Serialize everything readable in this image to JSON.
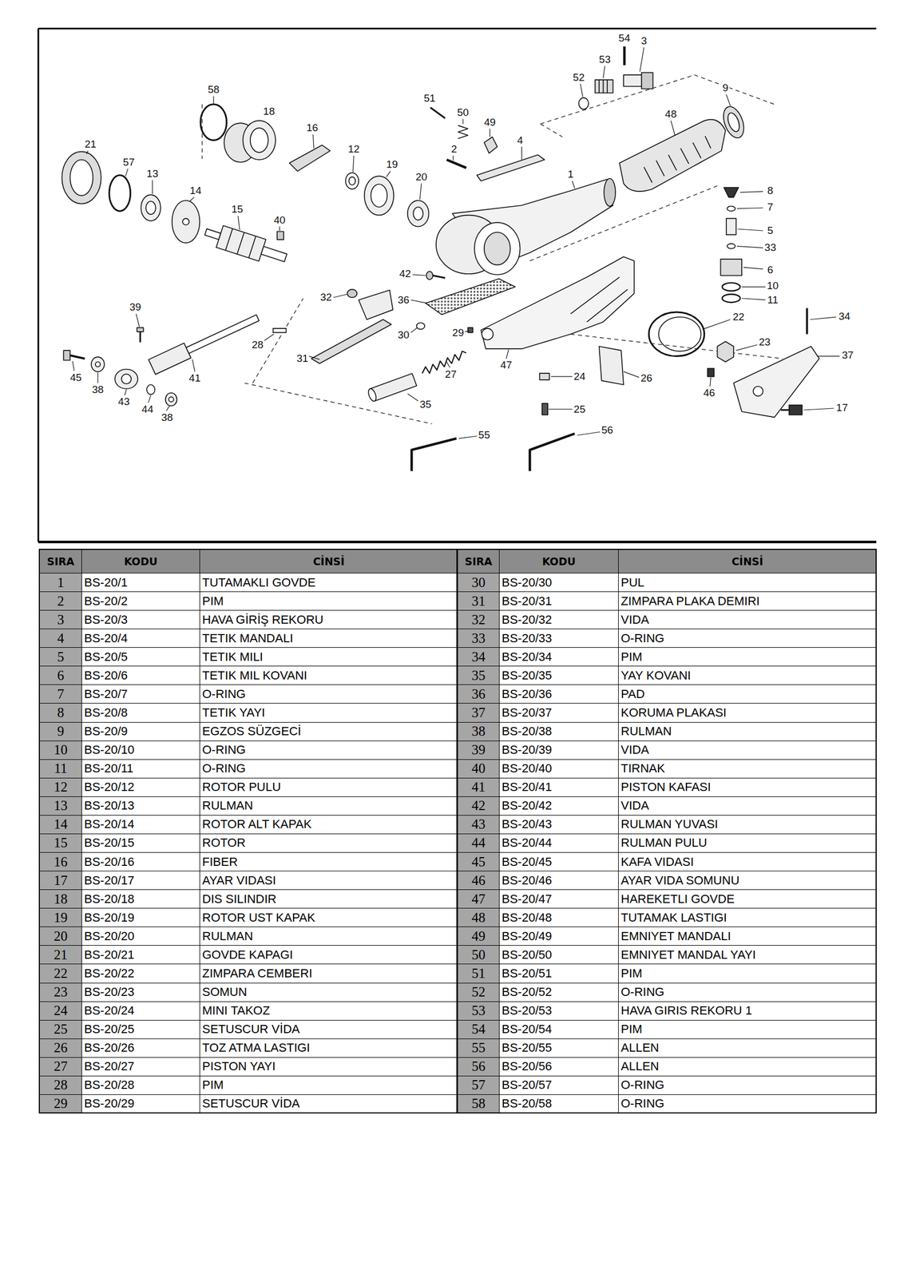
{
  "diagram": {
    "labels": [
      "54",
      "3",
      "53",
      "52",
      "9",
      "58",
      "51",
      "18",
      "50",
      "48",
      "49",
      "16",
      "4",
      "21",
      "12",
      "2",
      "57",
      "19",
      "13",
      "1",
      "20",
      "14",
      "8",
      "7",
      "15",
      "40",
      "5",
      "33",
      "6",
      "42",
      "10",
      "32",
      "36",
      "11",
      "39",
      "34",
      "22",
      "29",
      "30",
      "23",
      "28",
      "37",
      "31",
      "47",
      "27",
      "24",
      "45",
      "41",
      "26",
      "38",
      "46",
      "43",
      "35",
      "17",
      "44",
      "25",
      "38",
      "56",
      "55",
      "SIRA",
      "KODU",
      "CİNSİ",
      "SIRA",
      "KODU",
      "CİNSİ",
      "1",
      "BS-20/1",
      "TUTAMAKLI GOVDE",
      "30",
      "BS-20/30",
      "PUL",
      "2",
      "BS-20/2",
      "PIM",
      "31",
      "BS-20/31",
      "ZIMPARA PLAKA DEMIRI",
      "3",
      "BS-20/3",
      "HAVA GİRİŞ REKORU",
      "32",
      "BS-20/32",
      "VIDA",
      "4",
      "BS-20/4",
      "TETIK MANDALI",
      "33",
      "BS-20/33",
      "O-RING",
      "5",
      "BS-20/5",
      "TETIK MILI",
      "34",
      "BS-20/34",
      "PIM",
      "6",
      "BS-20/6",
      "TETIK MIL KOVANI",
      "35",
      "BS-20/35",
      "YAY KOVANI",
      "7",
      "BS-20/7",
      "O-RING",
      "36",
      "BS-20/36",
      "PAD",
      "8",
      "BS-20/8",
      "TETIK YAYI",
      "37",
      "BS-20/37",
      "KORUMA PLAKASI",
      "9",
      "BS-20/9",
      "EGZOS SÜZGECİ",
      "38",
      "BS-20/38",
      "RULMAN",
      "10",
      "BS-20/10",
      "O-RING",
      "39",
      "BS-20/39",
      "VIDA",
      "11",
      "BS-20/11",
      "O-RING",
      "40",
      "BS-20/40",
      "TIRNAK",
      "12",
      "BS-20/12",
      "ROTOR PULU",
      "41",
      "BS-20/41",
      "PISTON KAFASI",
      "13",
      "BS-20/13",
      "RULMAN",
      "42",
      "BS-20/42",
      "VIDA",
      "14",
      "BS-20/14",
      "ROTOR ALT KAPAK",
      "43",
      "BS-20/43",
      "RULMAN YUVASI",
      "15",
      "BS-20/15",
      "ROTOR",
      "44",
      "BS-20/44",
      "RULMAN PULU",
      "16",
      "BS-20/16",
      "FIBER",
      "45",
      "BS-20/45",
      "KAFA VIDASI",
      "17",
      "BS-20/17",
      "AYAR VIDASI",
      "46",
      "BS-20/46",
      "AYAR VIDA SOMUNU",
      "18",
      "BS-20/18",
      "DIS SILINDIR",
      "47",
      "BS-20/47",
      "HAREKETLI GOVDE",
      "19",
      "BS-20/19",
      "ROTOR UST KAPAK",
      "48",
      "BS-20/48",
      "TUTAMAK LASTIGI",
      "20",
      "BS-20/20",
      "RULMAN",
      "49",
      "BS-20/49",
      "EMNIYET MANDALI",
      "21",
      "BS-20/21",
      "GOVDE KAPAGI",
      "50",
      "BS-20/50",
      "EMNIYET MANDAL YAYI",
      "22",
      "BS-20/22",
      "ZIMPARA CEMBERI",
      "51",
      "BS-20/51",
      "PIM",
      "23",
      "BS-20/23",
      "SOMUN",
      "52",
      "BS-20/52",
      "O-RING",
      "24",
      "BS-20/24",
      "MINI TAKOZ",
      "53",
      "BS-20/53",
      "HAVA GIRIS REKORU 1",
      "25",
      "BS-20/25",
      "SETUSCUR VİDA",
      "54",
      "BS-20/54",
      "PIM",
      "26",
      "BS-20/26",
      "TOZ ATMA LASTIGI",
      "55",
      "BS-20/55",
      "ALLEN",
      "27",
      "BS-20/27",
      "PISTON YAYI",
      "56",
      "BS-20/56",
      "ALLEN",
      "28",
      "BS-20/28",
      "PIM",
      "57",
      "BS-20/57",
      "O-RING",
      "29",
      "BS-20/29",
      "SETUSCUR VİDA",
      "58",
      "BS-20/58",
      "O-RING"
    ]
  }
}
